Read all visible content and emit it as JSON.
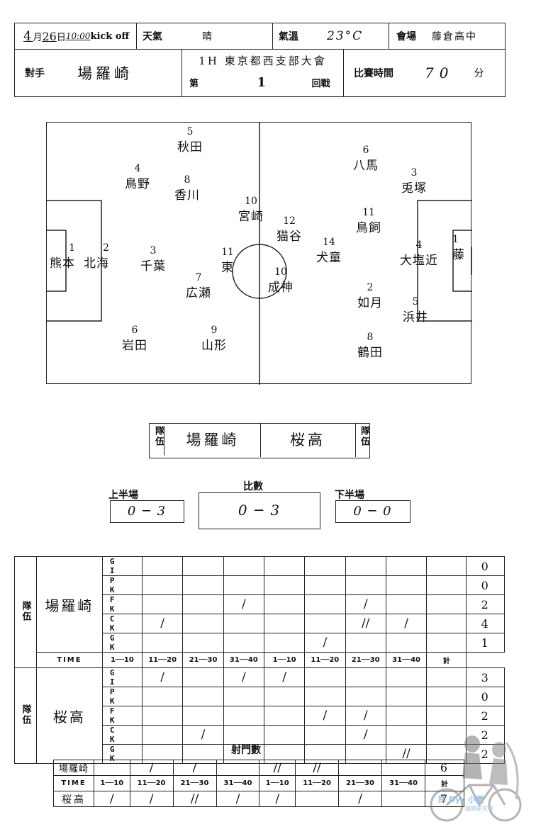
{
  "header": {
    "date_month": "4",
    "date_month_suffix": "月",
    "date_day": "26",
    "date_day_suffix": "日",
    "kickoff_time": "10:00",
    "kickoff_label": "kick off",
    "weather_label": "天氣",
    "weather_value": "晴",
    "temp_label": "氣溫",
    "temp_value": "23°C",
    "venue_label": "會場",
    "venue_value": "藤倉高中",
    "opponent_label": "對手",
    "opponent_value": "場羅崎",
    "tournament_value": "1H 東京都西支部大會",
    "round_prefix": "第",
    "round_value": "1",
    "round_suffix": "回戰",
    "match_time_label": "比賽時間",
    "match_time_value": "70",
    "match_time_unit": "分"
  },
  "field_players": [
    {
      "num": "1",
      "name": "熊本"
    },
    {
      "num": "2",
      "name": "北海"
    },
    {
      "num": "3",
      "name": "千葉"
    },
    {
      "num": "4",
      "name": "鳥野"
    },
    {
      "num": "5",
      "name": "秋田"
    },
    {
      "num": "6",
      "name": "岩田"
    },
    {
      "num": "7",
      "name": "広瀬"
    },
    {
      "num": "8",
      "name": "香川"
    },
    {
      "num": "9",
      "name": "山形"
    },
    {
      "num": "10",
      "name": "宮崎"
    },
    {
      "num": "11",
      "name": "東"
    },
    {
      "num": "1",
      "name": "藤"
    },
    {
      "num": "4",
      "name": "大塩近"
    },
    {
      "num": "5",
      "name": "浜井"
    },
    {
      "num": "2",
      "name": "如月"
    },
    {
      "num": "3",
      "name": "兎塚"
    },
    {
      "num": "6",
      "name": "八馬"
    },
    {
      "num": "11",
      "name": "鳥飼"
    },
    {
      "num": "8",
      "name": "鶴田"
    },
    {
      "num": "14",
      "name": "犬童"
    },
    {
      "num": "12",
      "name": "猫谷"
    },
    {
      "num": "10",
      "name": "成神"
    }
  ],
  "teams": {
    "team_label": "隊伍",
    "home": "場羅崎",
    "away": "桜高"
  },
  "score": {
    "first_half_label": "上半場",
    "first_half": "0 ─ 3",
    "total_label": "比數",
    "total": "0 ─ 3",
    "second_half_label": "下半場",
    "second_half": "0 ─ 0"
  },
  "stats": {
    "types": [
      "G I",
      "P K",
      "F K",
      "C K",
      "G K"
    ],
    "time_label": "TIME",
    "total_label": "計",
    "periods": [
      "1──10",
      "11──20",
      "21──30",
      "31──40",
      "1──10",
      "11──20",
      "21──30",
      "31──40"
    ],
    "home": {
      "name": "場羅崎",
      "rows": [
        {
          "marks": [
            "",
            "",
            "",
            "",
            "",
            "",
            "",
            ""
          ],
          "total": "0"
        },
        {
          "marks": [
            "",
            "",
            "",
            "",
            "",
            "",
            "",
            ""
          ],
          "total": "0"
        },
        {
          "marks": [
            "",
            "",
            "/",
            "",
            "",
            "/",
            "",
            ""
          ],
          "total": "2"
        },
        {
          "marks": [
            "/",
            "",
            "",
            "",
            "",
            "//",
            "/",
            ""
          ],
          "total": "4"
        },
        {
          "marks": [
            "",
            "",
            "",
            "",
            "/",
            "",
            "",
            ""
          ],
          "total": "1"
        }
      ]
    },
    "away": {
      "name": "桜高",
      "rows": [
        {
          "marks": [
            "/",
            "",
            "/",
            "/",
            "",
            "",
            "",
            ""
          ],
          "total": "3"
        },
        {
          "marks": [
            "",
            "",
            "",
            "",
            "",
            "",
            "",
            ""
          ],
          "total": "0"
        },
        {
          "marks": [
            "",
            "",
            "",
            "",
            "/",
            "/",
            "",
            ""
          ],
          "total": "2"
        },
        {
          "marks": [
            "",
            "/",
            "",
            "",
            "",
            "/",
            "",
            ""
          ],
          "total": "2"
        },
        {
          "marks": [
            "",
            "",
            "",
            "",
            "",
            "",
            "//",
            ""
          ],
          "total": "2"
        }
      ]
    }
  },
  "shots": {
    "title": "射門數",
    "time_label": "TIME",
    "total_label": "計",
    "periods": [
      "1──10",
      "11──20",
      "21──30",
      "31──40",
      "1──10",
      "11──20",
      "21──30",
      "31──40"
    ],
    "home": {
      "name": "場羅崎",
      "marks": [
        "",
        "/",
        "/",
        "",
        "//",
        "//",
        "",
        ""
      ],
      "total": "6"
    },
    "away": {
      "name": "桜高",
      "marks": [
        "/",
        "/",
        "//",
        "/",
        "/",
        "",
        "/",
        ""
      ],
      "total": "7"
    }
  },
  "watermark": {
    "text": "抹 Dyx 小園",
    "sub": "國際研究會"
  }
}
